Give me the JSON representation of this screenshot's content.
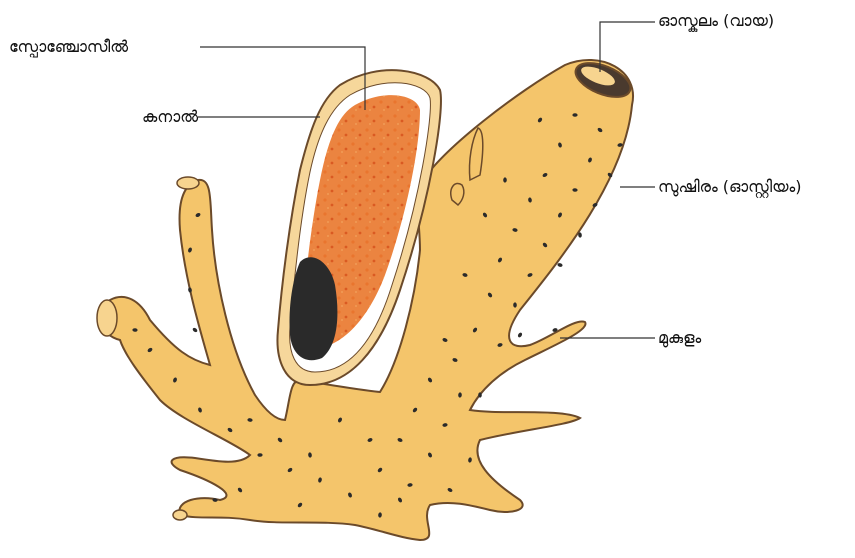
{
  "labels": {
    "spongocoel": "സ്പോഞ്ചോസീൽ",
    "canal": "കനാൽ",
    "osculum": "ഓസ്കുലം (വായ)",
    "ostium": "സുഷിരം (ഓസ്റ്റിയം)",
    "bud": "മുകുളം"
  },
  "colors": {
    "body": "#f4c56b",
    "outline": "#6b4a2a",
    "spongocoel": "#e9732c",
    "cavity_dark": "#2a2a2a",
    "pore": "#2b2b2b",
    "leader": "#333333"
  }
}
